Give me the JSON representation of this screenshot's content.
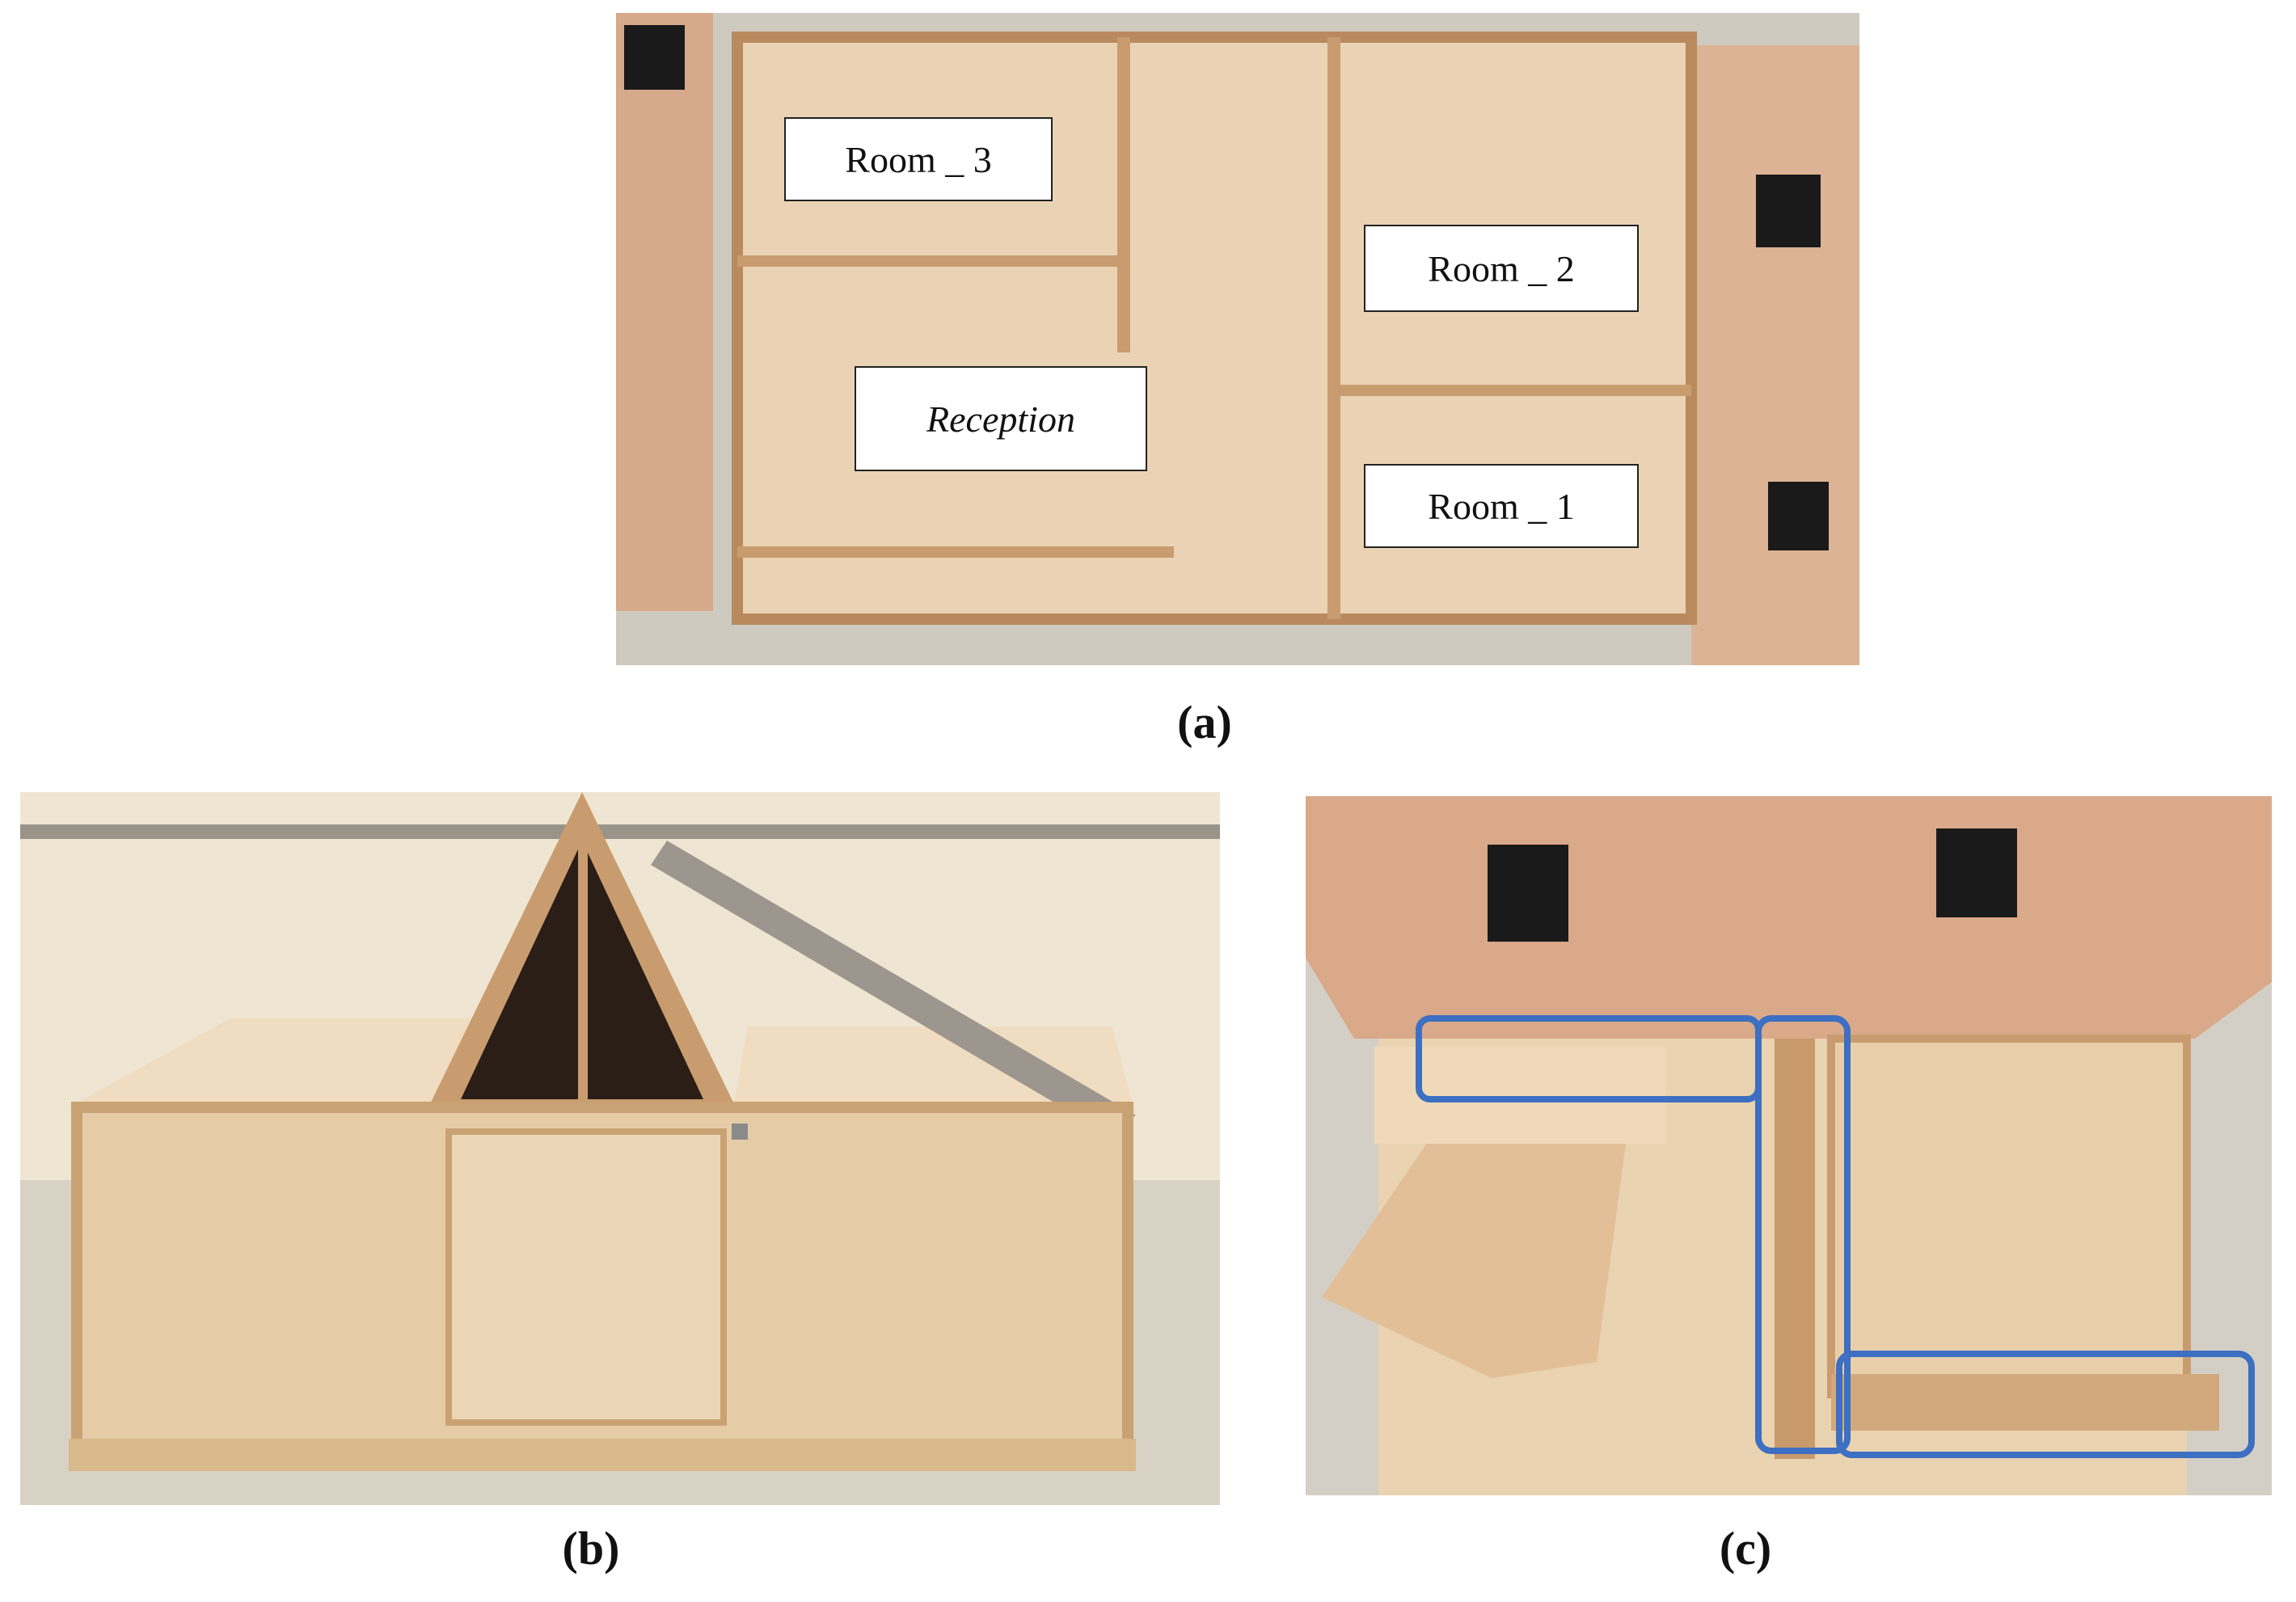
{
  "panels": [
    {
      "id": "a",
      "caption": "(a)",
      "labels": {
        "room_3": "Room _ 3",
        "room_2": "Room _ 2",
        "reception": "Reception",
        "room_1": "Room _ 1"
      }
    },
    {
      "id": "b",
      "caption": "(b)"
    },
    {
      "id": "c",
      "caption": "(c)",
      "highlight_color": "#3d6fc2"
    }
  ],
  "colors": {
    "plywood": "#e7c9a6",
    "plywood_dark": "#c99c70",
    "floor": "#d8d4cc",
    "wall": "#eee6d2",
    "fan": "#1a1a1a",
    "highlight": "#3d6fc2"
  }
}
